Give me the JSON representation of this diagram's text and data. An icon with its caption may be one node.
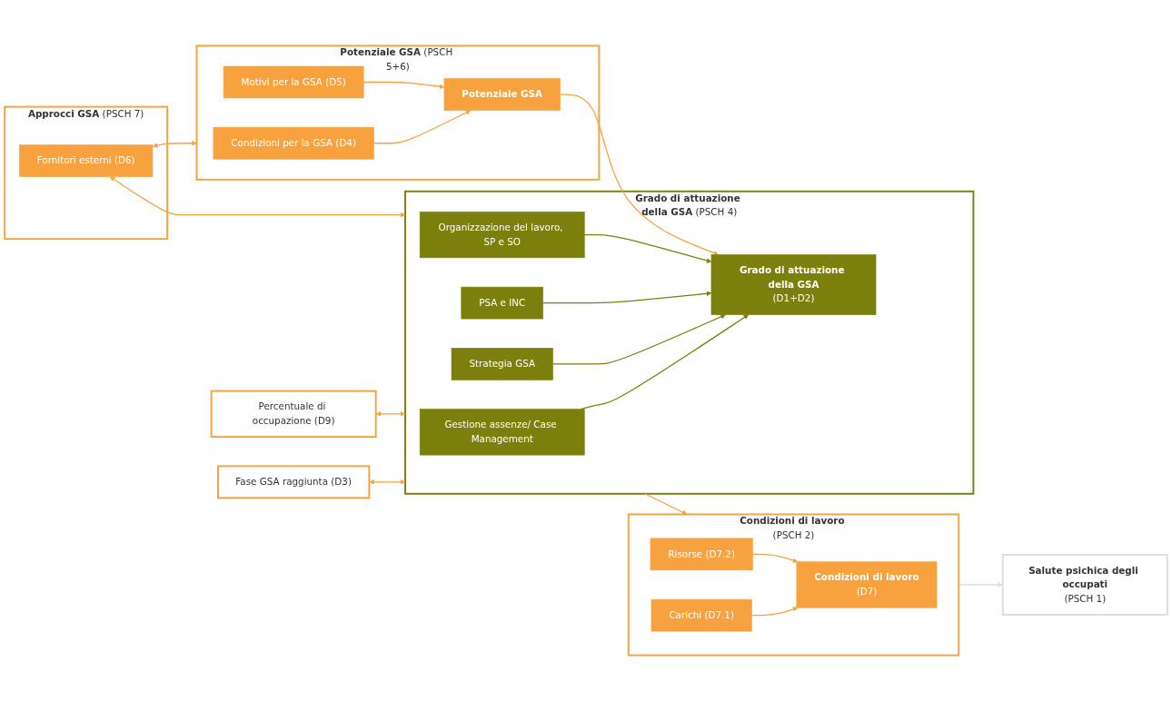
{
  "diagram": {
    "nodes": [
      {
        "text": [
          "Fase GSA raggiunta (D3)"
        ]
      },
      {
        "text": [
          "Percentuale di occupazione (D9)"
        ]
      },
      {
        "text": [
          "**Approcci GSA** (PSCH 7)"
        ]
      },
      {
        "text": [
          "Fornitori esterni (D6)"
        ],
        "in": 2
      },
      {
        "text": [
          "**Grado di attuazione della GSA** (PSCH 4)"
        ]
      },
      {
        "text": [
          "Gestione assenze/ Case Management"
        ],
        "in": 4
      },
      {
        "text": [
          "Strategia GSA"
        ],
        "in": 4
      },
      {
        "text": [
          "PSA e INC"
        ],
        "in": 4
      },
      {
        "text": [
          "Organizzazione del lavoro, SP e SO"
        ],
        "in": 4
      },
      {
        "text": [
          "Grado di attuazione della GSA",
          "(D1+D2)"
        ],
        "in": 4
      },
      {
        "text": [
          "**Potenziale GSA** (PSCH 5+6)"
        ]
      },
      {
        "text": [
          "Condizioni per la GSA (D4)"
        ],
        "in": 10
      },
      {
        "text": [
          "Motivi per la GSA (D5)"
        ],
        "in": 10
      },
      {
        "text": [
          "Potenziale GSA"
        ],
        "in": 10
      },
      {
        "text": [
          "**Condizioni di lavoro** (PSCH 2)"
        ]
      },
      {
        "text": [
          "Risorse (D7.2)"
        ],
        "in": 14
      },
      {
        "text": [
          "Carichi (D7.1)"
        ],
        "in": 14
      },
      {
        "text": [
          "Condizioni di lavoro",
          "(D7)"
        ],
        "in": 14
      },
      {
        "text": [
          "Salute psichica degli occupati",
          "(PSCH 1)"
        ]
      }
    ],
    "edges": [
      {
        "from": 0,
        "to": 4,
        "arrow": "both"
      },
      {
        "from": 1,
        "to": 4,
        "arrow": "both"
      },
      {
        "from": 3,
        "to": 4,
        "arrow": "both"
      },
      {
        "from": 3,
        "to": 10,
        "arrow": "both"
      },
      {
        "from": 5,
        "to": 9,
        "arrow": "to",
        "color": "#7a800b"
      },
      {
        "from": 6,
        "to": 9,
        "arrow": "to",
        "color": "#7a800b"
      },
      {
        "from": 7,
        "to": 9,
        "arrow": "to",
        "color": "#7a800b"
      },
      {
        "from": 8,
        "to": 9,
        "arrow": "to",
        "color": "#7a800b"
      },
      {
        "from": 13,
        "to": 9,
        "arrow": "to"
      },
      {
        "from": 11,
        "to": 13,
        "arrow": "to"
      },
      {
        "from": 12,
        "to": 13,
        "arrow": "to"
      },
      {
        "from": 4,
        "to": 14,
        "arrow": "to"
      },
      {
        "from": 15,
        "to": 17,
        "arrow": "to"
      },
      {
        "from": 16,
        "to": 17,
        "arrow": "to"
      },
      {
        "from": 14,
        "to": 18,
        "arrow": "to",
        "color": "#dddddd"
      }
    ]
  }
}
